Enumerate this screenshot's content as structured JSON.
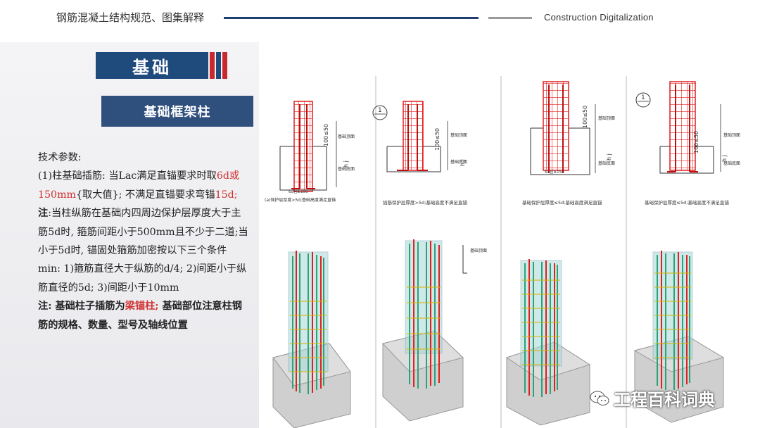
{
  "header": {
    "title": "钢筋混凝土结构规范、图集解释",
    "subtitle_en": "Construction  Digitalization"
  },
  "section": {
    "title": "基础",
    "subtitle": "基础框架柱"
  },
  "content": {
    "heading": "技术参数:",
    "p1_a": "(1)柱基础插筋: 当Lac满足直锚要求时取",
    "p1_red1": "6d或150mm",
    "p1_b": "{取大值}; 不满足直锚要求弯锚",
    "p1_red2": "15d;",
    "note1_label": "注",
    "note1_text": ":当柱纵筋在基础内四周边保护层厚度大于主筋5d时, 箍筋间距小于500mm且不少于二道;当小于5d时, 锚固处箍筋加密按以下三个条件min: 1)箍筋直径大于纵筋的d/4; 2)间距小于纵筋直径的5d; 3)间距小于10mm",
    "note2_a": "注: 基础柱子插筋为",
    "note2_red": "梁锚柱;",
    "note2_b": " 基础部位注意柱钢筋的规格、数量、型号及轴线位置"
  },
  "diagrams": {
    "captions": [
      "(a)保护层厚度>5d;基础高度满足直锚",
      "插筋保护层厚度>5d;基础高度不满足直锚",
      "基础保护层厚度≤5d;基础高度满足直锚",
      "基础保护层厚度≤5d;基础高度不满足直锚"
    ],
    "circle_mark": "1",
    "dim_a": "100≤50",
    "dim_h": "h j",
    "dim_base": "6d且≥150",
    "label_top": "基础顶面",
    "label_bottom": "基础底面"
  },
  "watermark": {
    "text": "工程百科词典",
    "icon": "wechat-icon"
  },
  "colors": {
    "navy": "#1f4a7c",
    "red": "#c8282e",
    "rebar_red": "#e02020",
    "rebar_green": "#2aa37a"
  }
}
